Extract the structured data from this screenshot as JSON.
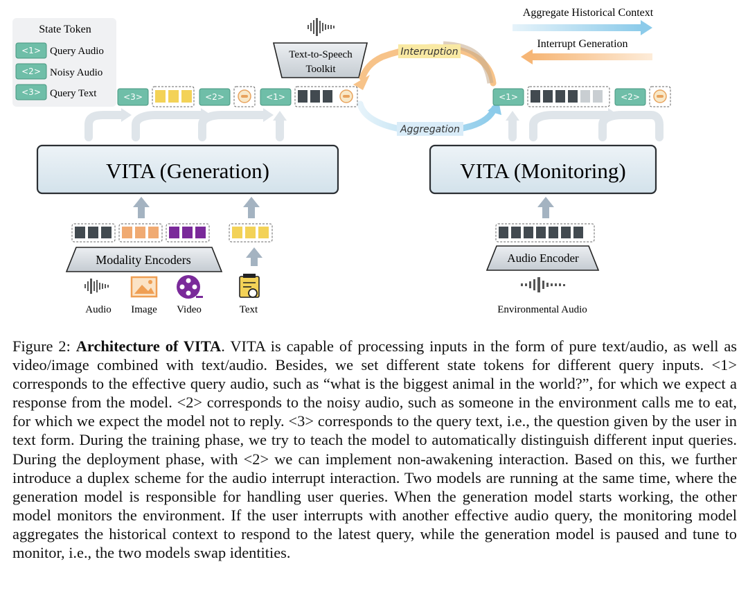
{
  "legend": {
    "title": "State Token",
    "items": [
      {
        "token": "<1>",
        "label": "Query Audio"
      },
      {
        "token": "<2>",
        "label": "Noisy Audio"
      },
      {
        "token": "<3>",
        "label": "Query Text"
      }
    ]
  },
  "tokens": {
    "t1": "<1>",
    "t2": "<2>",
    "t3": "<3>"
  },
  "tts": {
    "line1": "Text-to-Speech",
    "line2": "Toolkit"
  },
  "cycle": {
    "interruption": "Interruption",
    "aggregation": "Aggregation"
  },
  "top_right": {
    "aggregate": "Aggregate Historical Context",
    "interrupt": "Interrupt Generation"
  },
  "models": {
    "generation": "VITA (Generation)",
    "monitoring": "VITA (Monitoring)"
  },
  "encoders": {
    "modality": "Modality Encoders",
    "audio": "Audio Encoder"
  },
  "inputs": {
    "audio": "Audio",
    "image": "Image",
    "video": "Video",
    "text": "Text",
    "environmental": "Environmental Audio"
  },
  "colors": {
    "token_teal": "#6fbea8",
    "dark_gray": "#424a50",
    "yellow": "#f3d257",
    "orange": "#f0aa72",
    "purple": "#7a2a9a",
    "arrow_blue": "#a9d6ec",
    "arrow_orange": "#f7c389",
    "box_fill": "#e3edf3"
  },
  "caption": {
    "prefix": "Figure 2: ",
    "bold": "Architecture of VITA",
    "text": ". VITA is capable of processing inputs in the form of pure text/audio, as well as video/image combined with text/audio. Besides, we set different state tokens for different query inputs. <1> corresponds to the effective query audio, such as “what is the biggest animal in the world?”, for which we expect a response from the model. <2> corresponds to the noisy audio, such as someone in the environment calls me to eat, for which we expect the model not to reply. <3> corresponds to the query text, i.e., the question given by the user in text form. During the training phase, we try to teach the model to automatically distinguish different input queries. During the deployment phase, with <2> we can implement non-awakening interaction. Based on this, we further introduce a duplex scheme for the audio interrupt interaction. Two models are running at the same time, where the generation model is responsible for handling user queries. When the generation model starts working, the other model monitors the environment. If the user interrupts with another effective audio query, the monitoring model aggregates the historical context to respond to the latest query, while the generation model is paused and tune to monitor, i.e., the two models swap identities."
  }
}
